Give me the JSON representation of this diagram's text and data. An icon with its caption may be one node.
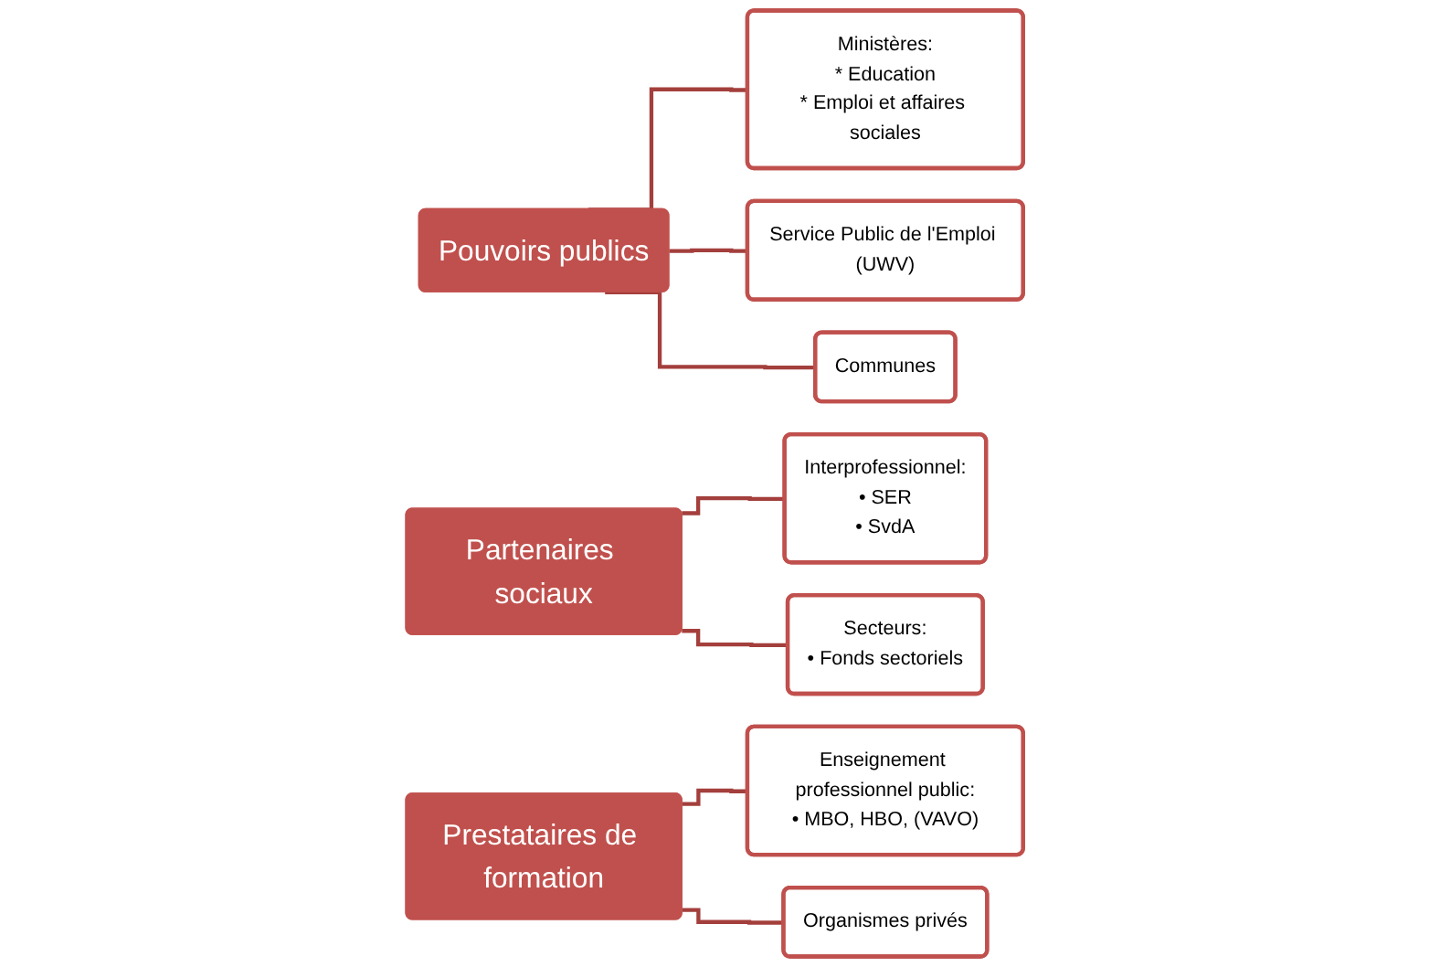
{
  "diagram": {
    "nodes": [
      {
        "text": [
          "Pouvoirs publics"
        ]
      },
      {
        "text": [
          "Ministères:",
          "* Education",
          "* Emploi et affaires sociales"
        ]
      },
      {
        "text": [
          "Service Public de l'Emploi (UWV)"
        ]
      },
      {
        "text": [
          "Communes"
        ]
      },
      {
        "text": [
          "Partenaires sociaux"
        ]
      },
      {
        "text": [
          "Interprofessionnel:",
          "• SER",
          "• SvdA"
        ]
      },
      {
        "text": [
          "Secteurs:",
          "• Fonds sectoriels"
        ]
      },
      {
        "text": [
          "Prestataires de formation"
        ]
      },
      {
        "text": [
          "Enseignement professionnel public:",
          "• MBO, HBO, (VAVO)"
        ]
      },
      {
        "text": [
          "Organismes privés"
        ]
      }
    ],
    "edges": [
      {
        "from": 0,
        "to": 1,
        "arrow": "none"
      },
      {
        "from": 0,
        "to": 2,
        "arrow": "none"
      },
      {
        "from": 0,
        "to": 3,
        "arrow": "none"
      },
      {
        "from": 4,
        "to": 5,
        "arrow": "none"
      },
      {
        "from": 4,
        "to": 6,
        "arrow": "none"
      },
      {
        "from": 7,
        "to": 8,
        "arrow": "none"
      },
      {
        "from": 7,
        "to": 9,
        "arrow": "none"
      }
    ]
  }
}
